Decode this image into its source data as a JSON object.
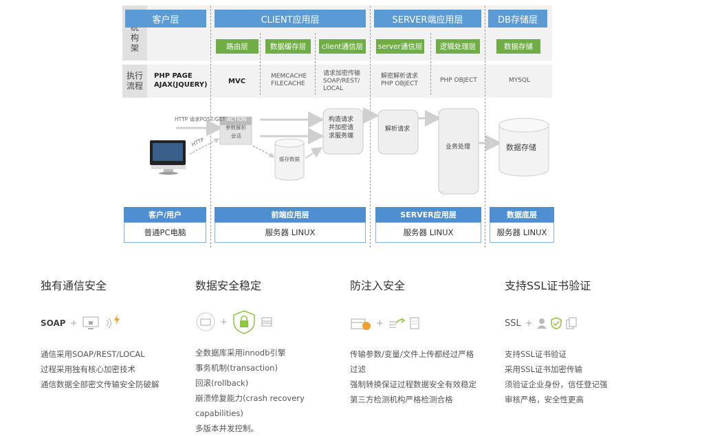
{
  "diagram": {
    "side_labels": {
      "arch": "系统构架",
      "flow": "执行流程"
    },
    "layers": [
      {
        "title": "客户层",
        "sub": []
      },
      {
        "title": "CLIENT应用层",
        "sub": [
          "路由层",
          "数据缓存层",
          "client通信层"
        ]
      },
      {
        "title": "SERVER端应用层",
        "sub": [
          "server通信层",
          "逻辑处理层"
        ]
      },
      {
        "title": "DB存储层",
        "sub": [
          "数据存储"
        ]
      }
    ],
    "flow": {
      "client": [
        "PHP PAGE",
        "AJAX(JQUERY)"
      ],
      "mvc": "MVC",
      "cache": [
        "MEMCACHE",
        "FILECACHE"
      ],
      "clientcomm": [
        "请求加密传输",
        "SOAP/REST/",
        "LOCAL"
      ],
      "servercomm": [
        "解密解析请求",
        "PHP OBJECT"
      ],
      "logic": "PHP OBJECT",
      "db": "MYSQL"
    },
    "chart_labels": {
      "http_post_get": "HTTP 请求POST/GET",
      "http": "HTTP",
      "action": "ACTION",
      "param_parse": "参数解析",
      "session": "会话",
      "cache_data": "缓存数据",
      "build_request": [
        "构造请求",
        "并加密请",
        "求服务端"
      ],
      "parse_request": "解析请求",
      "business": "业务处理",
      "data_store": "数据存储"
    },
    "footer": [
      {
        "head": "客户/用户",
        "body": "普通PC电脑"
      },
      {
        "head": "前端应用层",
        "body": "服务器 LINUX"
      },
      {
        "head": "SERVER应用层",
        "body": "服务器 LINUX"
      },
      {
        "head": "数据底层",
        "body": "服务器 LINUX"
      }
    ]
  },
  "features": [
    {
      "title": "独有通信安全",
      "icon_text": "SOAP",
      "icons": [
        "monitor-lock-icon",
        "wifi-signal-icon",
        "lightning-icon"
      ],
      "lines": [
        "通信采用SOAP/REST/LOCAL",
        "过程采用独有核心加密技术",
        "通信数据全部密文传输安全防破解"
      ]
    },
    {
      "title": "数据安全稳定",
      "icons": [
        "hard-drive-icon",
        "shield-lock-icon",
        "database-icon"
      ],
      "lines": [
        "全数据库采用innodb引擎",
        "事务机制(transaction)",
        "回滚(rollback)",
        "崩溃修复能力(crash recovery",
        "capabilities)",
        "多版本并发控制。"
      ]
    },
    {
      "title": "防注入安全",
      "icons": [
        "server-fire-icon",
        "filter-arrow-icon",
        "document-icon"
      ],
      "lines": [
        "传输参数/变量/文件上传都经过严格",
        "过滤",
        "强制转换保证过程数据安全有效稳定",
        "第三方检测机构严格检测合格"
      ]
    },
    {
      "title": "支持SSL证书验证",
      "icon_text": "SSL",
      "icons": [
        "user-icon",
        "shield-check-icon",
        "copy-icon"
      ],
      "lines": [
        "支持SSL证书验证",
        "采用SSL证书加密传输",
        "须验证企业身份，信任登记强",
        "审核严格，安全性更高"
      ]
    }
  ],
  "colors": {
    "blue": "#5b9bd5",
    "green": "#70ad47",
    "footer_blue": "#4f8ed0",
    "orange": "#f0a030",
    "green_shield": "#8dc63f"
  }
}
